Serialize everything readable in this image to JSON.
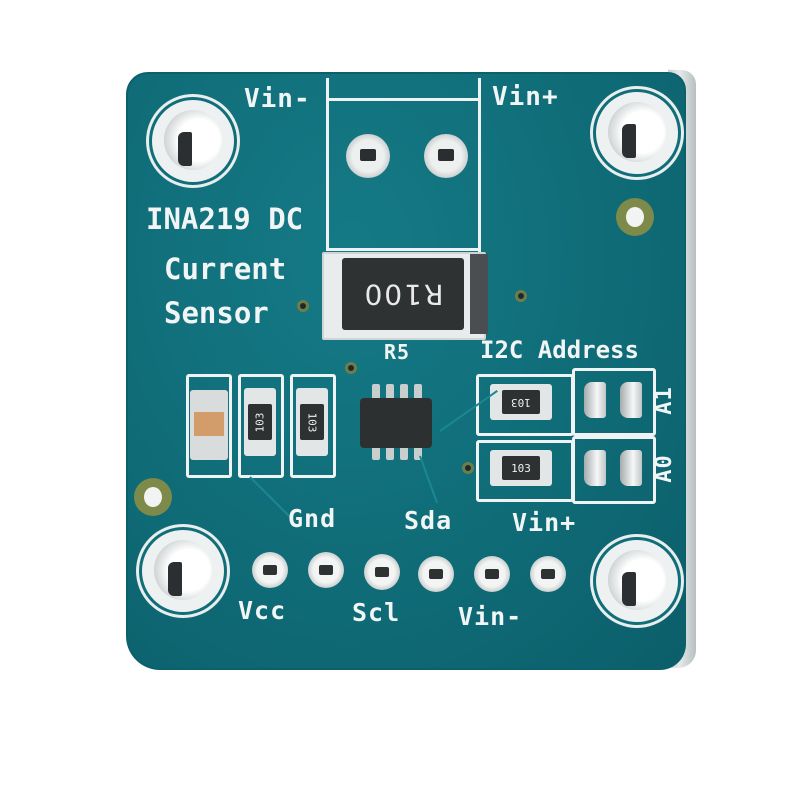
{
  "image": {
    "subject": "INA219 DC current sensor breakout board",
    "board_color": "#0f6e78",
    "silkscreen_color": "#f2f5f5",
    "background_color": "#ffffff"
  },
  "silkscreen": {
    "title_line1": "INA219 DC",
    "title_line2": "Current",
    "title_line3": "Sensor",
    "terminal_left": "Vin-",
    "terminal_right": "Vin+",
    "shunt_ref": "R5",
    "i2c_label": "I2C Address",
    "jumper_a1": "A1",
    "jumper_a0": "A0"
  },
  "components": {
    "shunt_resistor_marking": "R100",
    "resistor_left_1": "103",
    "resistor_left_2": "103",
    "resistor_addr_1": "103",
    "resistor_addr_2": "103"
  },
  "header_pins": {
    "top_labels": [
      "Gnd",
      "Sda",
      "Vin+"
    ],
    "bottom_labels": [
      "Vcc",
      "Scl",
      "Vin-"
    ],
    "order": [
      "Vcc",
      "Gnd",
      "Scl",
      "Sda",
      "Vin-",
      "Vin+"
    ]
  }
}
